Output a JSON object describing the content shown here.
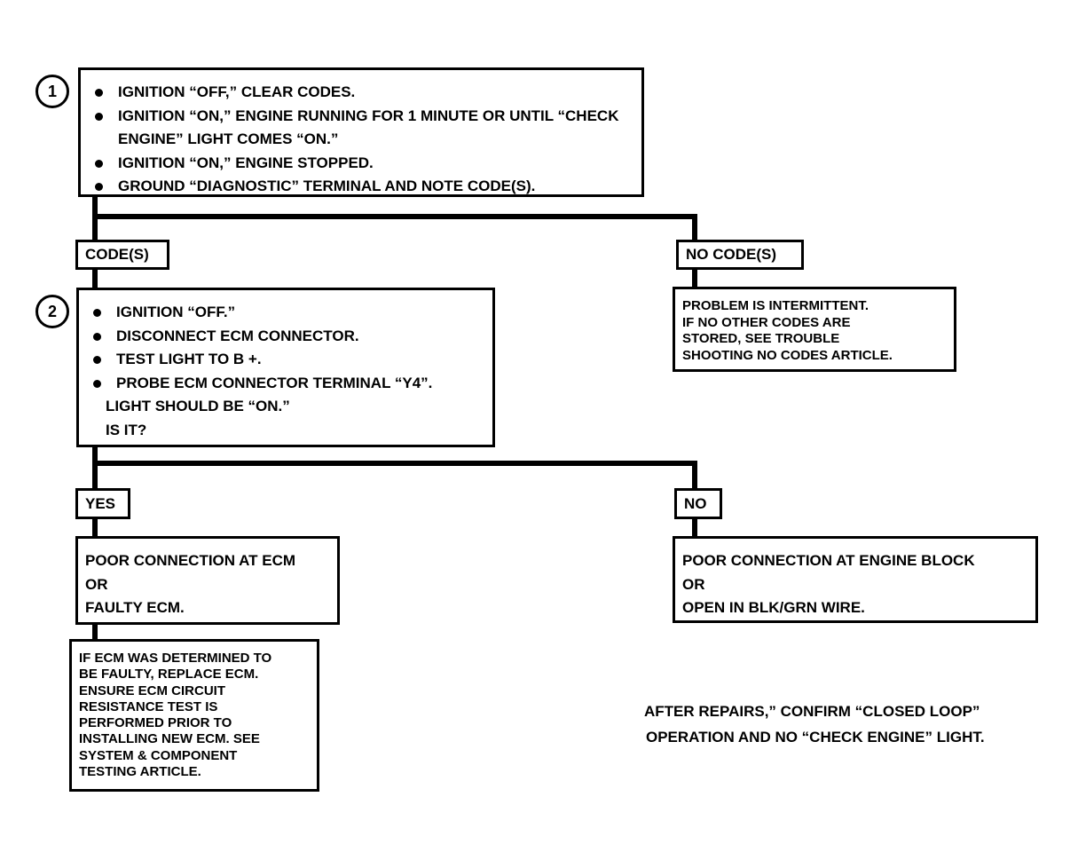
{
  "step1": {
    "number": "1",
    "items": [
      "IGNITION “OFF,” CLEAR CODES.",
      "IGNITION “ON,” ENGINE RUNNING FOR 1 MINUTE OR UNTIL “CHECK ENGINE” LIGHT COMES “ON.”",
      "IGNITION “ON,” ENGINE STOPPED.",
      "GROUND “DIAGNOSTIC” TERMINAL AND NOTE CODE(S)."
    ]
  },
  "branch1": {
    "codes_label": "CODE(S)",
    "no_codes_label": "NO CODE(S)"
  },
  "no_codes_result": {
    "lines": [
      "PROBLEM IS INTERMITTENT.",
      "IF NO OTHER CODES ARE",
      "STORED, SEE TROUBLE",
      "SHOOTING NO CODES ARTICLE."
    ]
  },
  "step2": {
    "number": "2",
    "items": [
      "IGNITION “OFF.”",
      "DISCONNECT ECM CONNECTOR.",
      "TEST LIGHT TO B +.",
      "PROBE ECM CONNECTOR TERMINAL “Y4”."
    ],
    "extra_lines": [
      "LIGHT SHOULD BE “ON.”",
      "IS IT?"
    ]
  },
  "branch2": {
    "yes_label": "YES",
    "no_label": "NO"
  },
  "yes_result": {
    "lines": [
      "POOR CONNECTION AT ECM",
      "OR",
      "FAULTY ECM."
    ]
  },
  "no_result": {
    "lines": [
      "POOR CONNECTION AT ENGINE BLOCK",
      "OR",
      "OPEN IN BLK/GRN WIRE."
    ]
  },
  "ecm_note": {
    "lines": [
      "IF ECM WAS DETERMINED TO",
      "BE FAULTY, REPLACE ECM.",
      "ENSURE ECM CIRCUIT",
      "RESISTANCE TEST IS",
      "PERFORMED PRIOR TO",
      "INSTALLING NEW ECM. SEE",
      "SYSTEM & COMPONENT",
      "TESTING ARTICLE."
    ]
  },
  "footer_note": {
    "line1": "AFTER REPAIRS,” CONFIRM “CLOSED LOOP”",
    "line2": "OPERATION AND NO “CHECK ENGINE” LIGHT."
  }
}
